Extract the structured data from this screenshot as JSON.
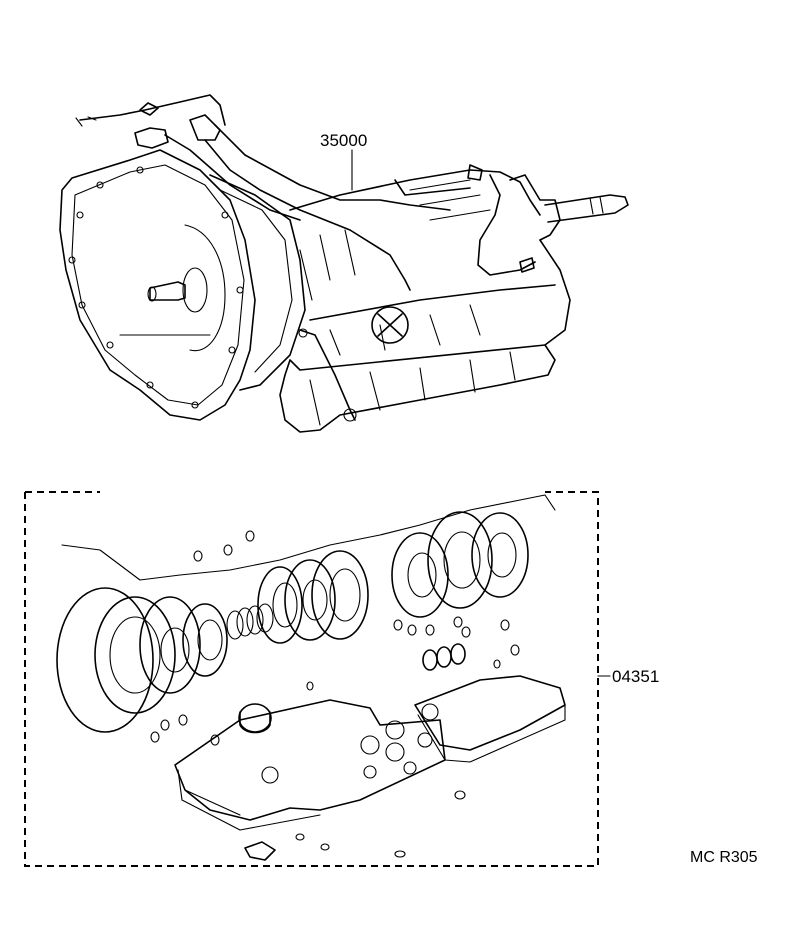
{
  "parts": {
    "transmission_assembly": {
      "part_number": "35000"
    },
    "overhaul_gasket_kit": {
      "part_number": "04351"
    }
  },
  "diagram_ref": "MC R305"
}
